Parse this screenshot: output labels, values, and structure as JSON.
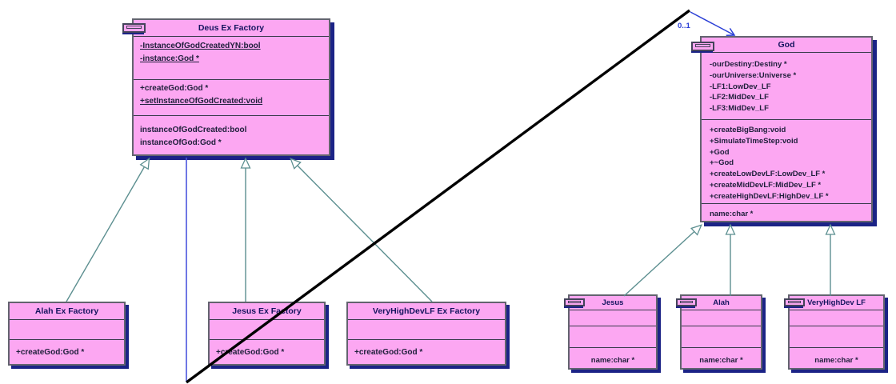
{
  "deus": {
    "title": "Deus Ex Factory",
    "attributes": [
      "-InstanceOfGodCreatedYN:bool",
      "-instance:God *"
    ],
    "methods": [
      "+createGod:God *",
      "+setInstanceOfGodCreated:void"
    ],
    "properties": [
      "instanceOfGodCreated:bool",
      "instanceOfGod:God *"
    ]
  },
  "god": {
    "title": "God",
    "attributes": [
      "-ourDestiny:Destiny *",
      "-ourUniverse:Universe *",
      "-LF1:LowDev_LF",
      "-LF2:MidDev_LF",
      "-LF3:MidDev_LF"
    ],
    "methods": [
      "+createBigBang:void",
      "+SimulateTimeStep:void",
      "+God",
      "+~God",
      "+createLowDevLF:LowDev_LF *",
      "+createMidDevLF:MidDev_LF *",
      "+createHighDevLF:HighDev_LF *"
    ],
    "properties": [
      "name:char *"
    ]
  },
  "alah_factory": {
    "title": "Alah Ex Factory",
    "methods": [
      "+createGod:God *"
    ]
  },
  "jesus_factory": {
    "title": "Jesus Ex Factory",
    "methods": [
      "+createGod:God *"
    ]
  },
  "vhd_factory": {
    "title": "VeryHighDevLF Ex Factory",
    "methods": [
      "+createGod:God *"
    ]
  },
  "jesus": {
    "title": "Jesus",
    "properties": [
      "name:char *"
    ]
  },
  "alah": {
    "title": "Alah",
    "properties": [
      "name:char *"
    ]
  },
  "vhd": {
    "title": "VeryHighDev LF",
    "properties": [
      "name:char *"
    ]
  },
  "assoc": {
    "multiplicity": "0..1"
  },
  "relationships": {
    "generalizations": [
      {
        "from": "Alah Ex Factory",
        "to": "Deus Ex Factory"
      },
      {
        "from": "Jesus Ex Factory",
        "to": "Deus Ex Factory"
      },
      {
        "from": "VeryHighDevLF Ex Factory",
        "to": "Deus Ex Factory"
      },
      {
        "from": "Jesus",
        "to": "God"
      },
      {
        "from": "Alah",
        "to": "God"
      },
      {
        "from": "VeryHighDev LF",
        "to": "God"
      }
    ],
    "association": {
      "to": "God",
      "multiplicity": "0..1"
    }
  },
  "icons": {
    "class_compartment_tab": "class-icon"
  },
  "colors": {
    "box_fill": "#fca7f2",
    "box_border": "#63636f",
    "shadow_navy": "#1b2386",
    "inheritance_teal": "#5c8f90",
    "association_blue": "#2b3fd6",
    "divider_black": "#000000",
    "title_text": "#14145e",
    "member_text": "#20203c"
  }
}
